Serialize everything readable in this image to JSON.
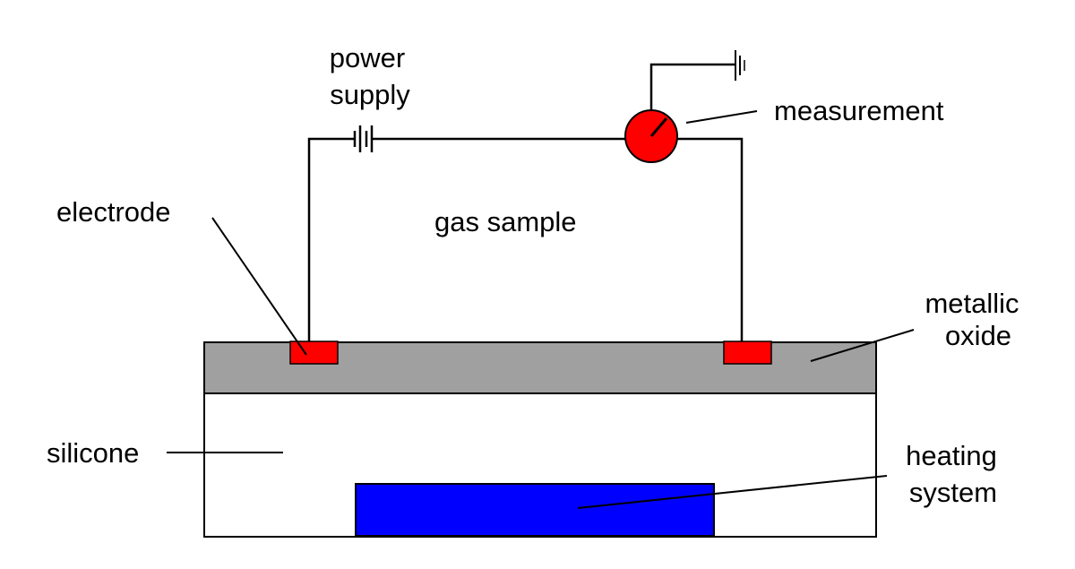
{
  "labels": {
    "power_supply_line1": "power",
    "power_supply_line2": "supply",
    "measurement": "measurement",
    "electrode": "electrode",
    "gas_sample": "gas sample",
    "metallic_oxide_line1": "metallic",
    "metallic_oxide_line2": "oxide",
    "silicone": "silicone",
    "heating_system_line1": "heating",
    "heating_system_line2": "system"
  },
  "colors": {
    "line": "#000000",
    "electrode": "#ff0000",
    "meter": "#ff0000",
    "metallic_oxide": "#a0a0a0",
    "silicone": "#ffffff",
    "heating_system": "#0000ff"
  }
}
